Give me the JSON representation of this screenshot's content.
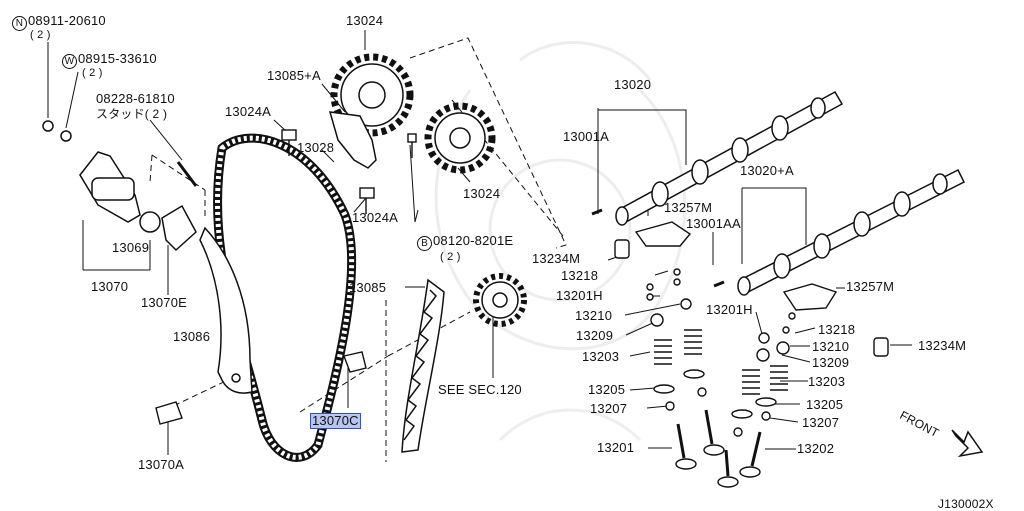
{
  "labels": {
    "bolt_n_number": "08911-20610",
    "bolt_n_qty": "( 2 )",
    "bolt_w_number": "08915-33610",
    "bolt_w_qty": "( 2 )",
    "stud_number": "08228-61810",
    "stud_text": "スタッド( 2 )",
    "p13024_top": "13024",
    "p13085a": "13085+A",
    "p13024a_top": "13024A",
    "p13028": "13028",
    "p13024_mid": "13024",
    "p13024a_mid": "13024A",
    "p13020": "13020",
    "p13001a": "13001A",
    "p13020a": "13020+A",
    "p13257m_left": "13257M",
    "p13001aa": "13001AA",
    "bolt_b_number": "08120-8201E",
    "bolt_b_qty": "( 2 )",
    "p13069": "13069",
    "p13070": "13070",
    "p13070e": "13070E",
    "p13085": "13085",
    "p13234m_left": "13234M",
    "p13218_left": "13218",
    "p13201h_left": "13201H",
    "p13210_left": "13210",
    "p13209_left": "13209",
    "p13203_left": "13203",
    "p13086": "13086",
    "p13201h_right": "13201H",
    "p13257m_right": "13257M",
    "p13218_right": "13218",
    "p13210_right": "13210",
    "p13209_right": "13209",
    "p13234m_right": "13234M",
    "p13203_right": "13203",
    "see_sec": "SEE SEC.120",
    "p13205_left": "13205",
    "p13207_left": "13207",
    "p13070c": "13070C",
    "p13205_right": "13205",
    "p13207_right": "13207",
    "p13201": "13201",
    "p13202": "13202",
    "p13070a": "13070A",
    "front": "FRONT",
    "drawing_code": "J130002X",
    "symbol_n": "N",
    "symbol_w": "W",
    "symbol_b": "B"
  }
}
